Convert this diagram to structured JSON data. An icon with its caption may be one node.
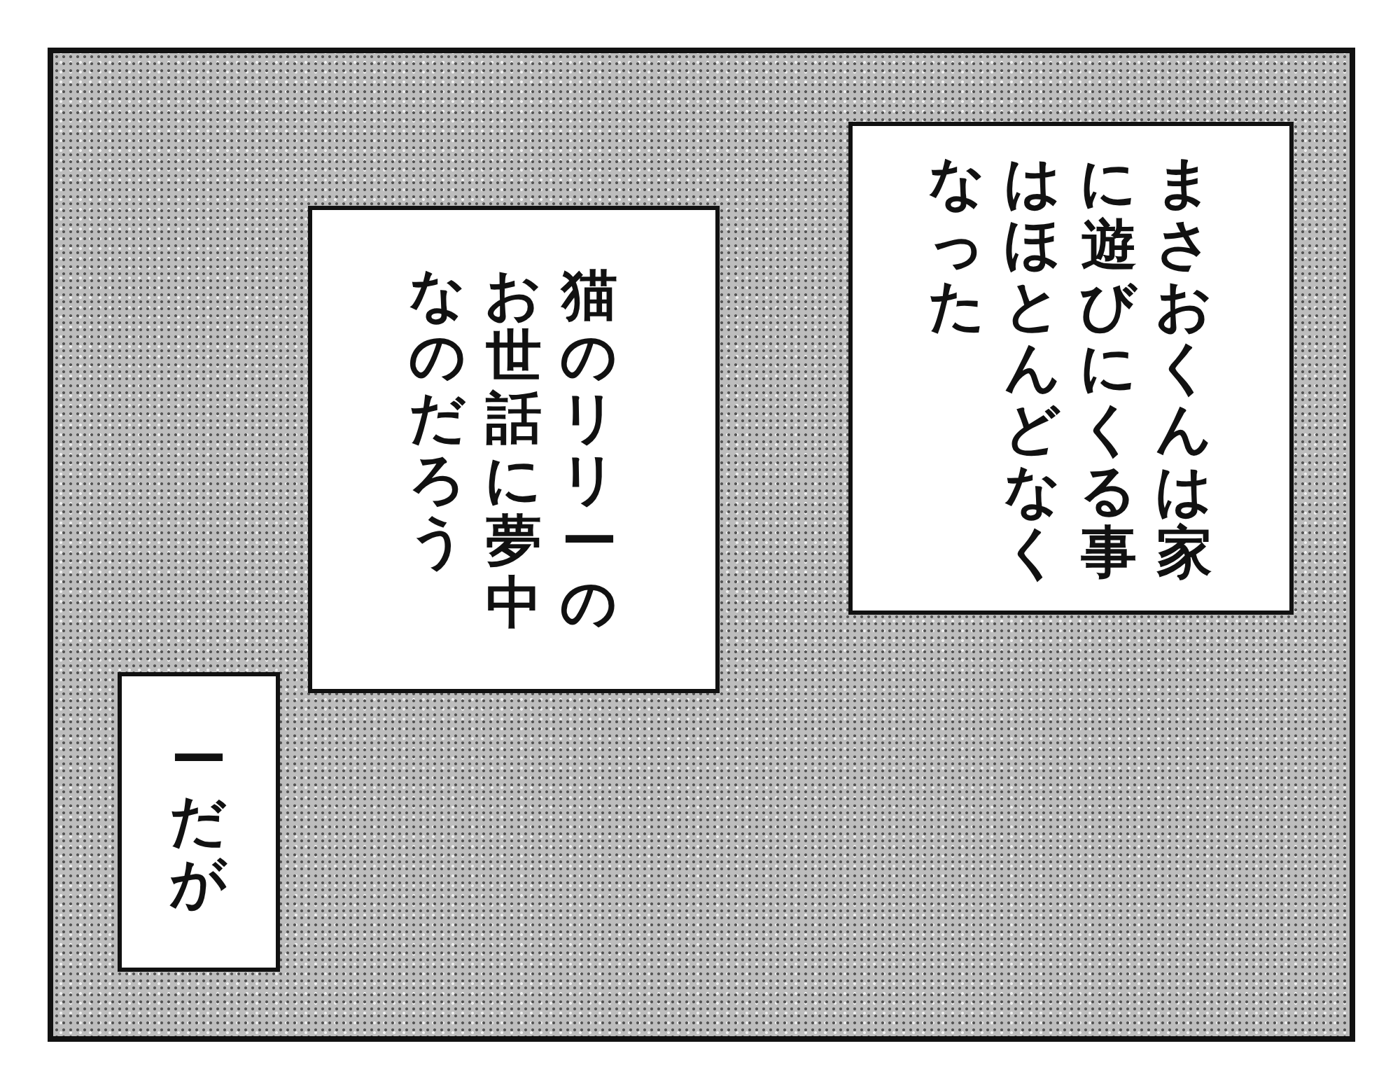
{
  "diagram": {
    "nodes": [
      {
        "text": [],
        "shape": "box"
      },
      {
        "text": [
          "まさおくんは家に遊びにくる事はほとんどなくなった"
        ],
        "in": 0
      },
      {
        "text": [
          "猫のリリーのお世話に夢中なのだろう"
        ],
        "in": 0
      },
      {
        "text": [
          "ーだが"
        ],
        "in": 0
      }
    ]
  }
}
